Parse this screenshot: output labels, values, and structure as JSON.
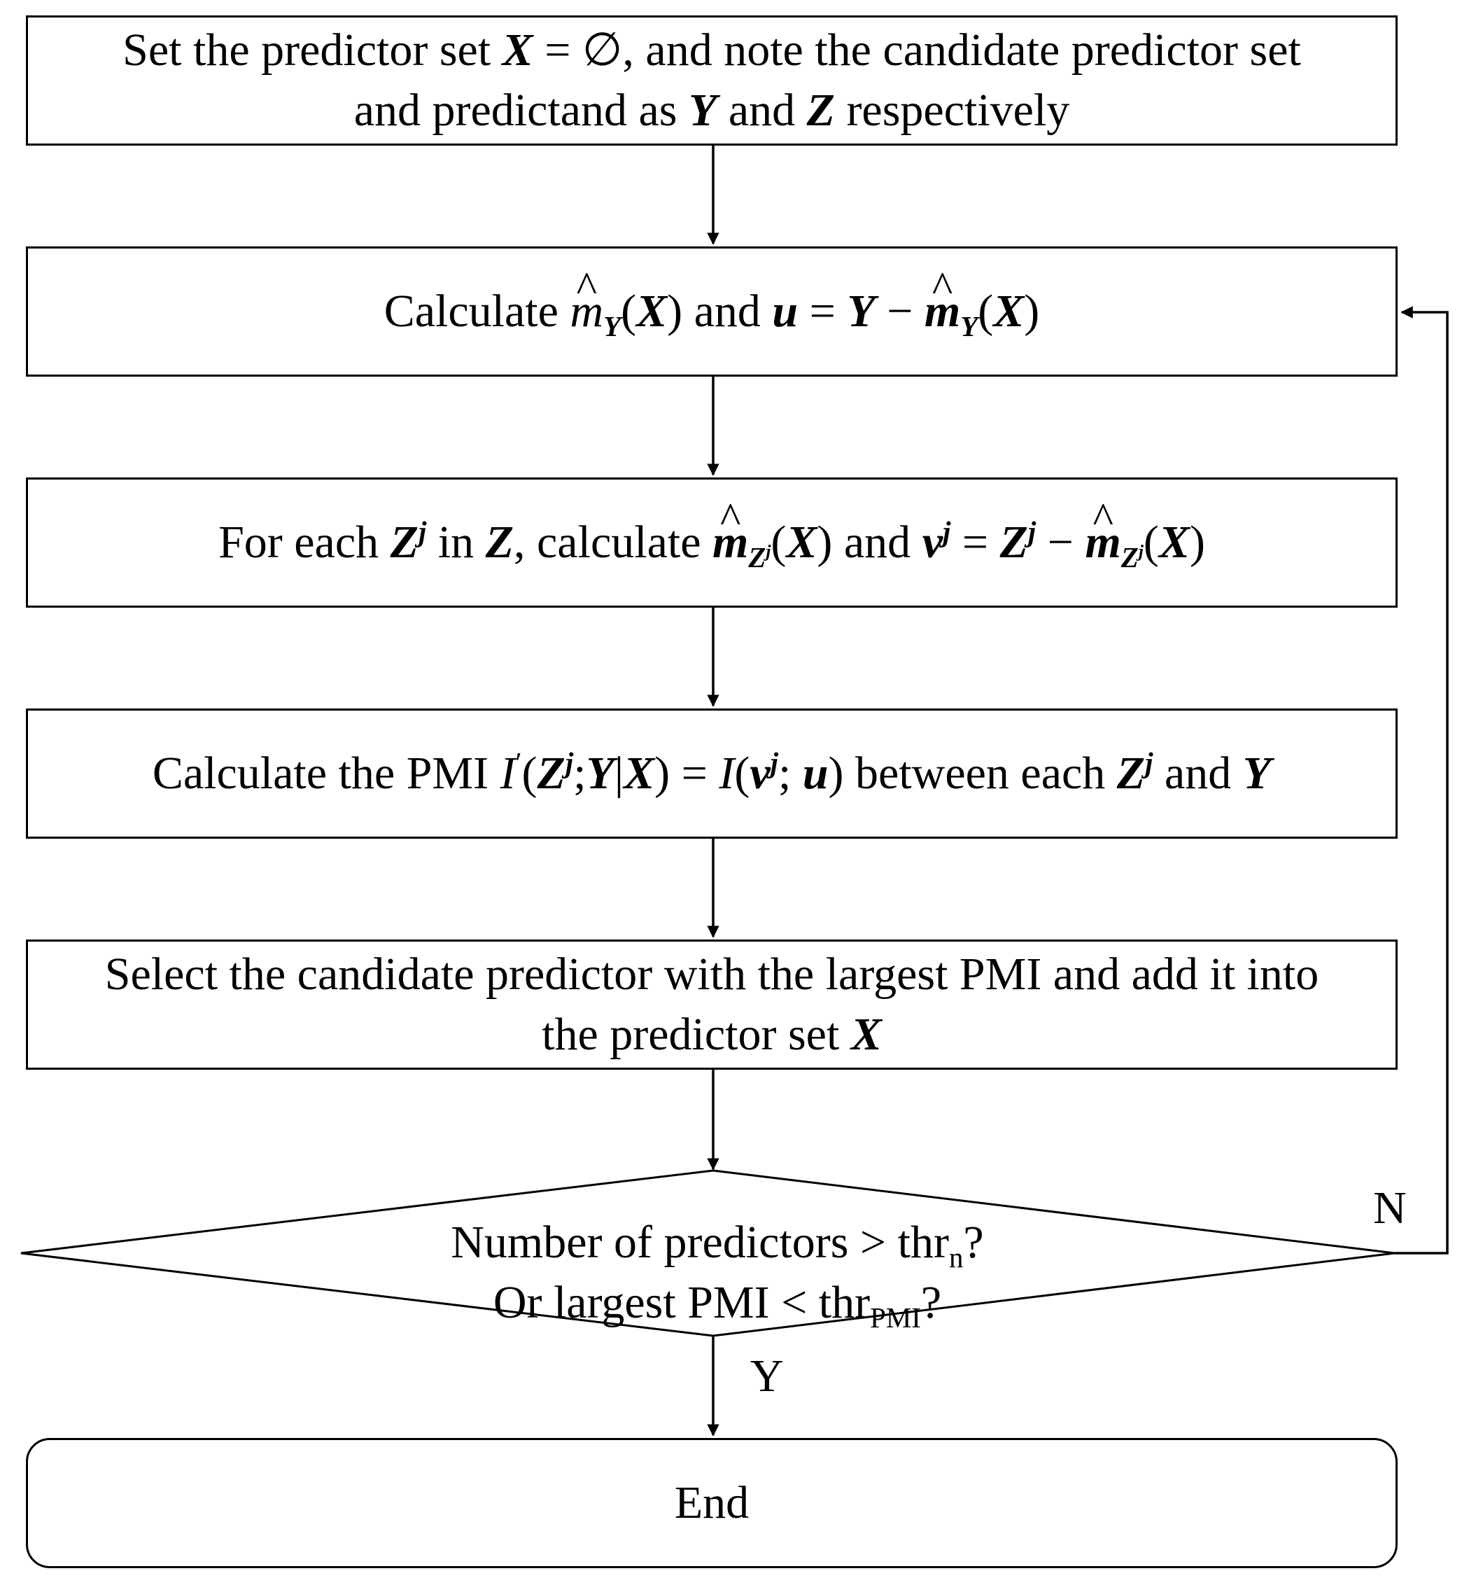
{
  "diagram": {
    "steps": [
      {
        "id": "init",
        "line1": {
          "p1": "Set the predictor set ",
          "m1": "X",
          "p2": " = ∅, and note the candidate predictor set"
        },
        "line2": {
          "p1": "and predictand as ",
          "m1": "Y",
          "p2": " and ",
          "m2": "Z",
          "p3": " respectively"
        }
      },
      {
        "id": "residual-y",
        "line1": {
          "p1": "Calculate ",
          "hat1": "m",
          "sub1": "Y",
          "m1": "X",
          "p2": " and ",
          "m2": "u",
          "p3": " = ",
          "m3": "Y",
          "p4": " − ",
          "hat2": "m",
          "sub2": "Y",
          "m4": "X"
        }
      },
      {
        "id": "residual-z",
        "line1": {
          "p1": "For each ",
          "m1": "Z",
          "sup1": "j",
          "p2": " in ",
          "m2": "Z",
          "p3": ", calculate ",
          "hat1": "m",
          "sub1": "Z",
          "subsup1": "j",
          "m3": "X",
          "p4": " and ",
          "m4": "v",
          "sup2": "j",
          "p5": " = ",
          "m5": "Z",
          "sup3": "j",
          "p6": " − ",
          "hat2": "m",
          "sub2": "Z",
          "subsup2": "j",
          "m6": "X"
        }
      },
      {
        "id": "pmi",
        "line1": {
          "p1": "Calculate the PMI ",
          "i1": "I",
          "prime": "′",
          "m1": "Z",
          "sup1": "j",
          "m2": "Y",
          "m3": "X",
          "p2": " = ",
          "i2": "I",
          "m4": "v",
          "sup2": "j",
          "m5": "u",
          "p3": " between each ",
          "m6": "Z",
          "sup3": "j",
          "p4": " and ",
          "m7": "Y"
        }
      },
      {
        "id": "select",
        "line1": {
          "p1": "Select the candidate predictor with the largest PMI and add it into"
        },
        "line2": {
          "p1": "the predictor set ",
          "m1": "X"
        }
      }
    ],
    "decision": {
      "line1": {
        "p1": "Number of predictors > thr",
        "sub1": "n",
        "p2": "?"
      },
      "line2": {
        "p1": "Or largest PMI < thr",
        "sub1": "PMI",
        "p2": "?"
      },
      "no_label": "N",
      "yes_label": "Y"
    },
    "end": {
      "label": "End"
    }
  }
}
